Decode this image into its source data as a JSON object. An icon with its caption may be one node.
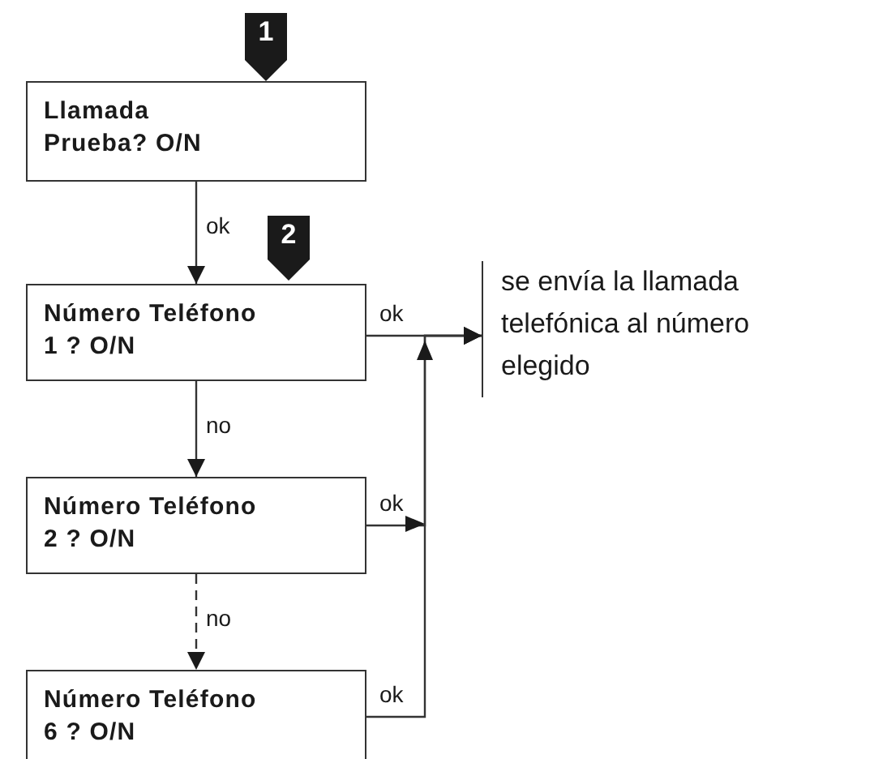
{
  "diagram": {
    "nodes": [
      {
        "text": [
          "1"
        ]
      },
      {
        "text": [
          "Llamada Prueba? O/N"
        ]
      },
      {
        "text": [
          "2"
        ]
      },
      {
        "text": [
          "Número Teléfono 1 ? O/N"
        ]
      },
      {
        "text": [
          "Número Teléfono 2 ? O/N"
        ]
      },
      {
        "text": [
          "Número Teléfono 6 ? O/N"
        ]
      },
      {
        "text": [
          "se envía la llamada telefónica al número elegido"
        ]
      }
    ],
    "edges": [
      {
        "from": 1,
        "to": 3,
        "arrow": "to",
        "label": "ok"
      },
      {
        "from": 3,
        "to": 4,
        "arrow": "to",
        "label": "no"
      },
      {
        "from": 4,
        "to": 5,
        "arrow": "to",
        "label": "no",
        "style": "dashed"
      },
      {
        "from": 3,
        "to": 6,
        "arrow": "to",
        "label": "ok"
      },
      {
        "from": 4,
        "to": 6,
        "arrow": "to",
        "label": "ok"
      },
      {
        "from": 5,
        "to": 6,
        "arrow": "to",
        "label": "ok"
      }
    ]
  }
}
